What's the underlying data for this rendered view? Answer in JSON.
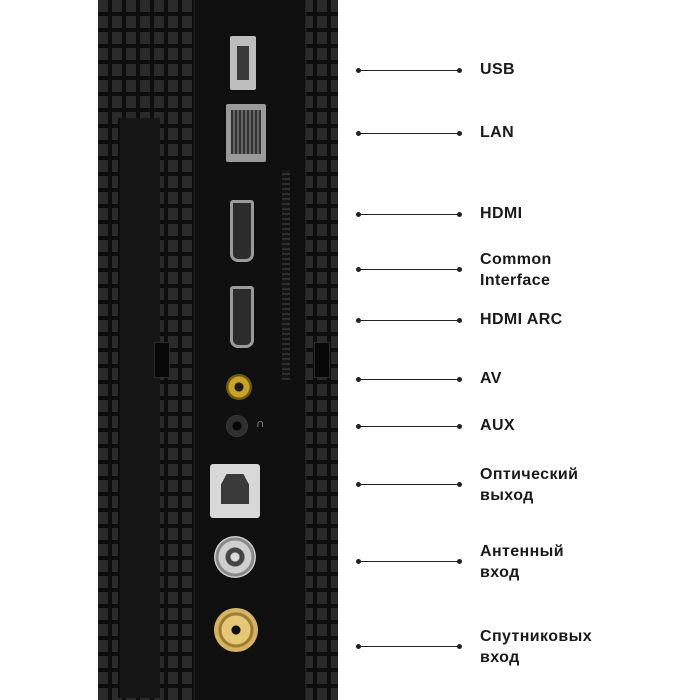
{
  "ports": [
    {
      "id": "usb",
      "label": "USB"
    },
    {
      "id": "lan",
      "label": "LAN"
    },
    {
      "id": "hdmi",
      "label": "HDMI"
    },
    {
      "id": "common-interface",
      "label": "Common\nInterface"
    },
    {
      "id": "hdmi-arc",
      "label": "HDMI ARC"
    },
    {
      "id": "av",
      "label": "AV"
    },
    {
      "id": "aux",
      "label": "AUX"
    },
    {
      "id": "optical",
      "label": "Оптический\nвыход"
    },
    {
      "id": "antenna",
      "label": "Антенный\nвход"
    },
    {
      "id": "satellite",
      "label": "Спутниковых\nвход"
    }
  ],
  "colors": {
    "panel": "#1b1b1b",
    "label_text": "#1a1a1a",
    "av_jack": "#c9a227",
    "satellite_jack": "#e8c878"
  }
}
